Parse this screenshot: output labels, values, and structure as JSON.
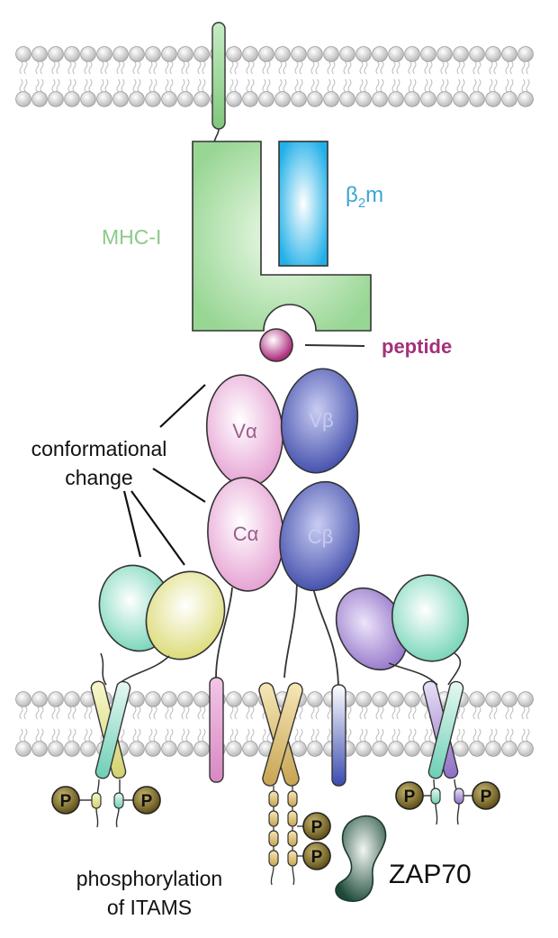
{
  "labels": {
    "mhc": "MHC-I",
    "beta2m_main": "β",
    "beta2m_sub": "2",
    "beta2m_tail": "m",
    "peptide": "peptide",
    "conformational_line1": "conformational",
    "conformational_line2": "change",
    "phospho_line1": "phosphorylation",
    "phospho_line2": "of ITAMS",
    "zap70": "ZAP70"
  },
  "domains": {
    "v_alpha": "Vα",
    "v_beta": "Vβ",
    "c_alpha": "Cα",
    "c_beta": "Cβ"
  },
  "phospho": {
    "p": "P"
  },
  "colors": {
    "mhc": "#9fd89d",
    "beta2m": "#2bb6ea",
    "peptide": "#b83a85",
    "alpha": "#e9a7d5",
    "beta": "#4a58b5",
    "ligand_green": "#9be3cc",
    "ligand_yellow": "#e7e79a",
    "ligand_purple": "#a88fd3",
    "phospho": "#6b5a1e",
    "zap70": "#1e4f3c",
    "label_mhc": "#8cc98a",
    "label_beta2m": "#3aa5d6",
    "label_peptide": "#a3317a",
    "label_black": "#111111"
  }
}
